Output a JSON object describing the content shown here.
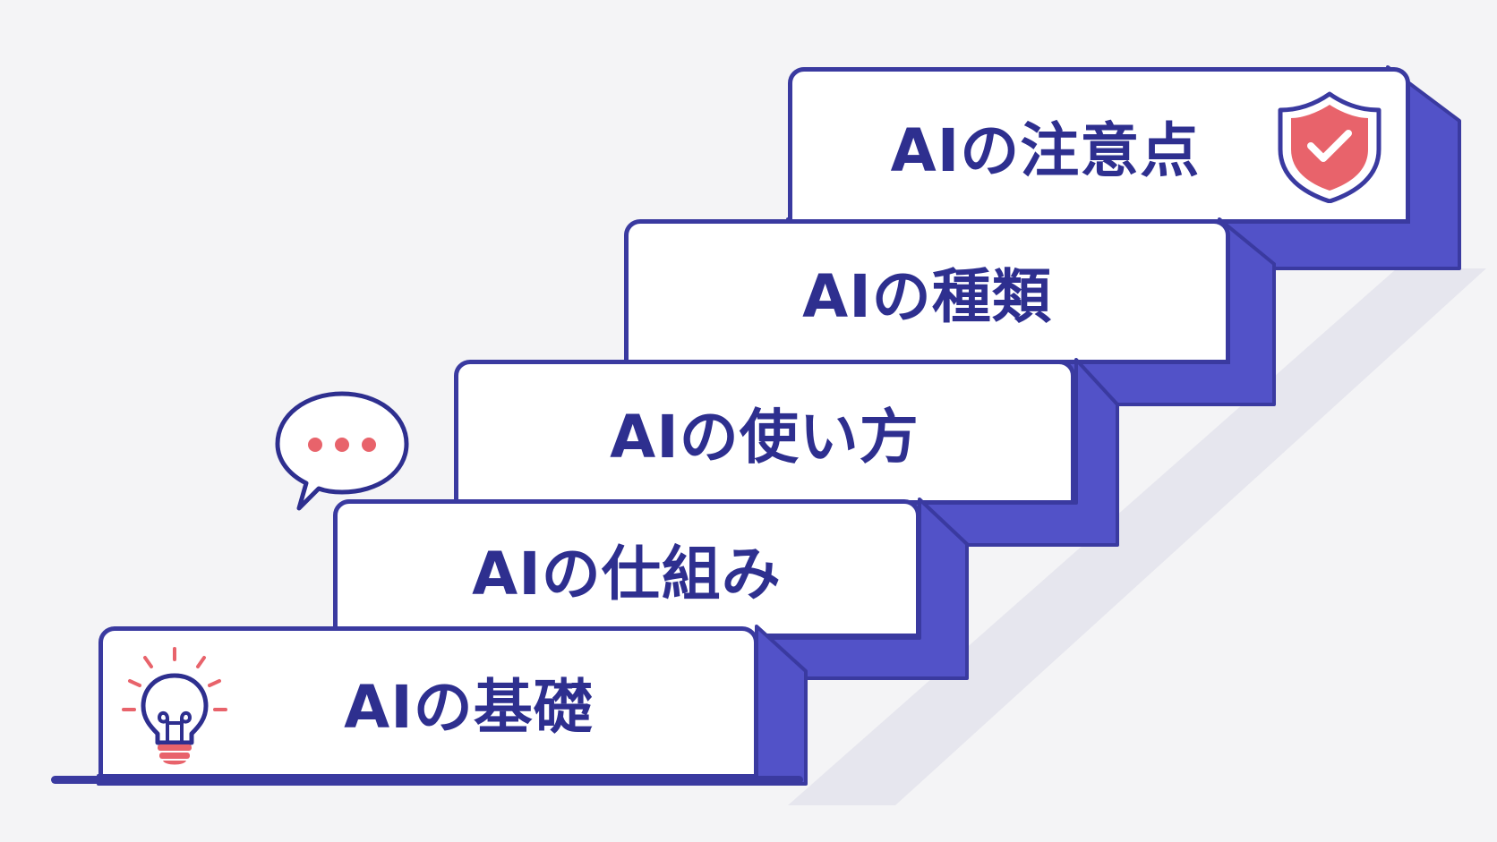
{
  "steps": [
    {
      "label": "AIの基礎",
      "icon": "lightbulb-icon"
    },
    {
      "label": "AIの仕組み",
      "icon": ""
    },
    {
      "label": "AIの使い方",
      "icon": "speech-bubble-icon"
    },
    {
      "label": "AIの種類",
      "icon": ""
    },
    {
      "label": "AIの注意点",
      "icon": "shield-check-icon"
    }
  ],
  "colors": {
    "outline": "#3a3aa0",
    "side": "#5252c8",
    "text": "#2e2f8f",
    "accent": "#e8636b",
    "background": "#f4f4f6"
  }
}
